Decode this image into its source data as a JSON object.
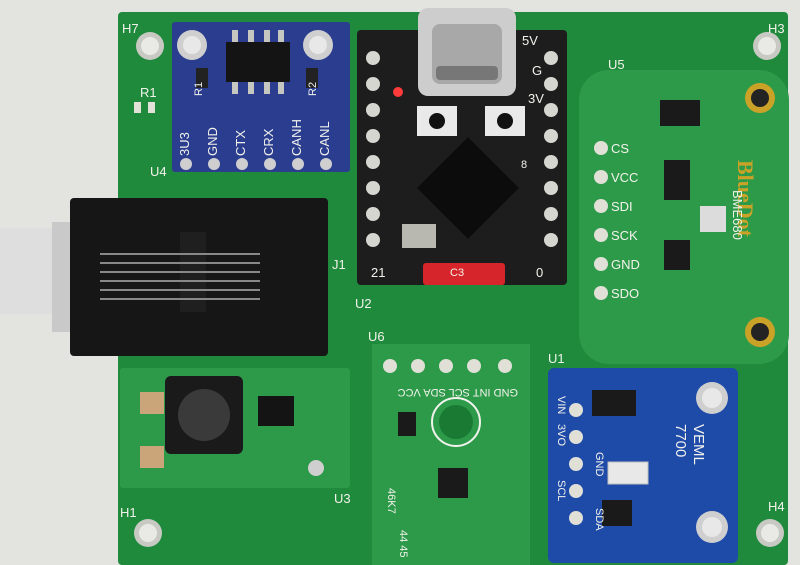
{
  "board": {
    "pcb_color": "#1f8a3c",
    "silk_color": "#f2f2ec",
    "mount_holes": [
      "H7",
      "H3",
      "H1",
      "H4"
    ],
    "refs": {
      "r1": "R1",
      "u4": "U4",
      "u5": "U5",
      "j1": "J1",
      "u2": "U2",
      "u6": "U6",
      "u1": "U1",
      "u3": "U3"
    }
  },
  "can_module": {
    "color": "#2a3d8f",
    "resistors": [
      "R1",
      "R2"
    ],
    "pins": [
      "3U3",
      "GND",
      "CTX",
      "CRX",
      "CANH",
      "CANL"
    ]
  },
  "mcu_module": {
    "labels": {
      "v5": "5V",
      "g": "G",
      "v3": "3V",
      "pin21": "21",
      "pin0": "0",
      "pin8": "8",
      "cap": "C3"
    }
  },
  "bme_module": {
    "brand": "BlueDot",
    "sensor": "BME680",
    "pins": [
      "CS",
      "VCC",
      "SDI",
      "SCK",
      "GND",
      "SDO"
    ]
  },
  "veml_module": {
    "color": "#1e4aa8",
    "name_line1": "VEML",
    "name_line2": "7700",
    "pins": [
      "VIN",
      "3VO",
      "GND",
      "SCL",
      "SDA"
    ]
  },
  "header_u6": {
    "pins_label": "GND INT SCL SDA VCC",
    "code": "46K7",
    "code2": "44 45"
  }
}
